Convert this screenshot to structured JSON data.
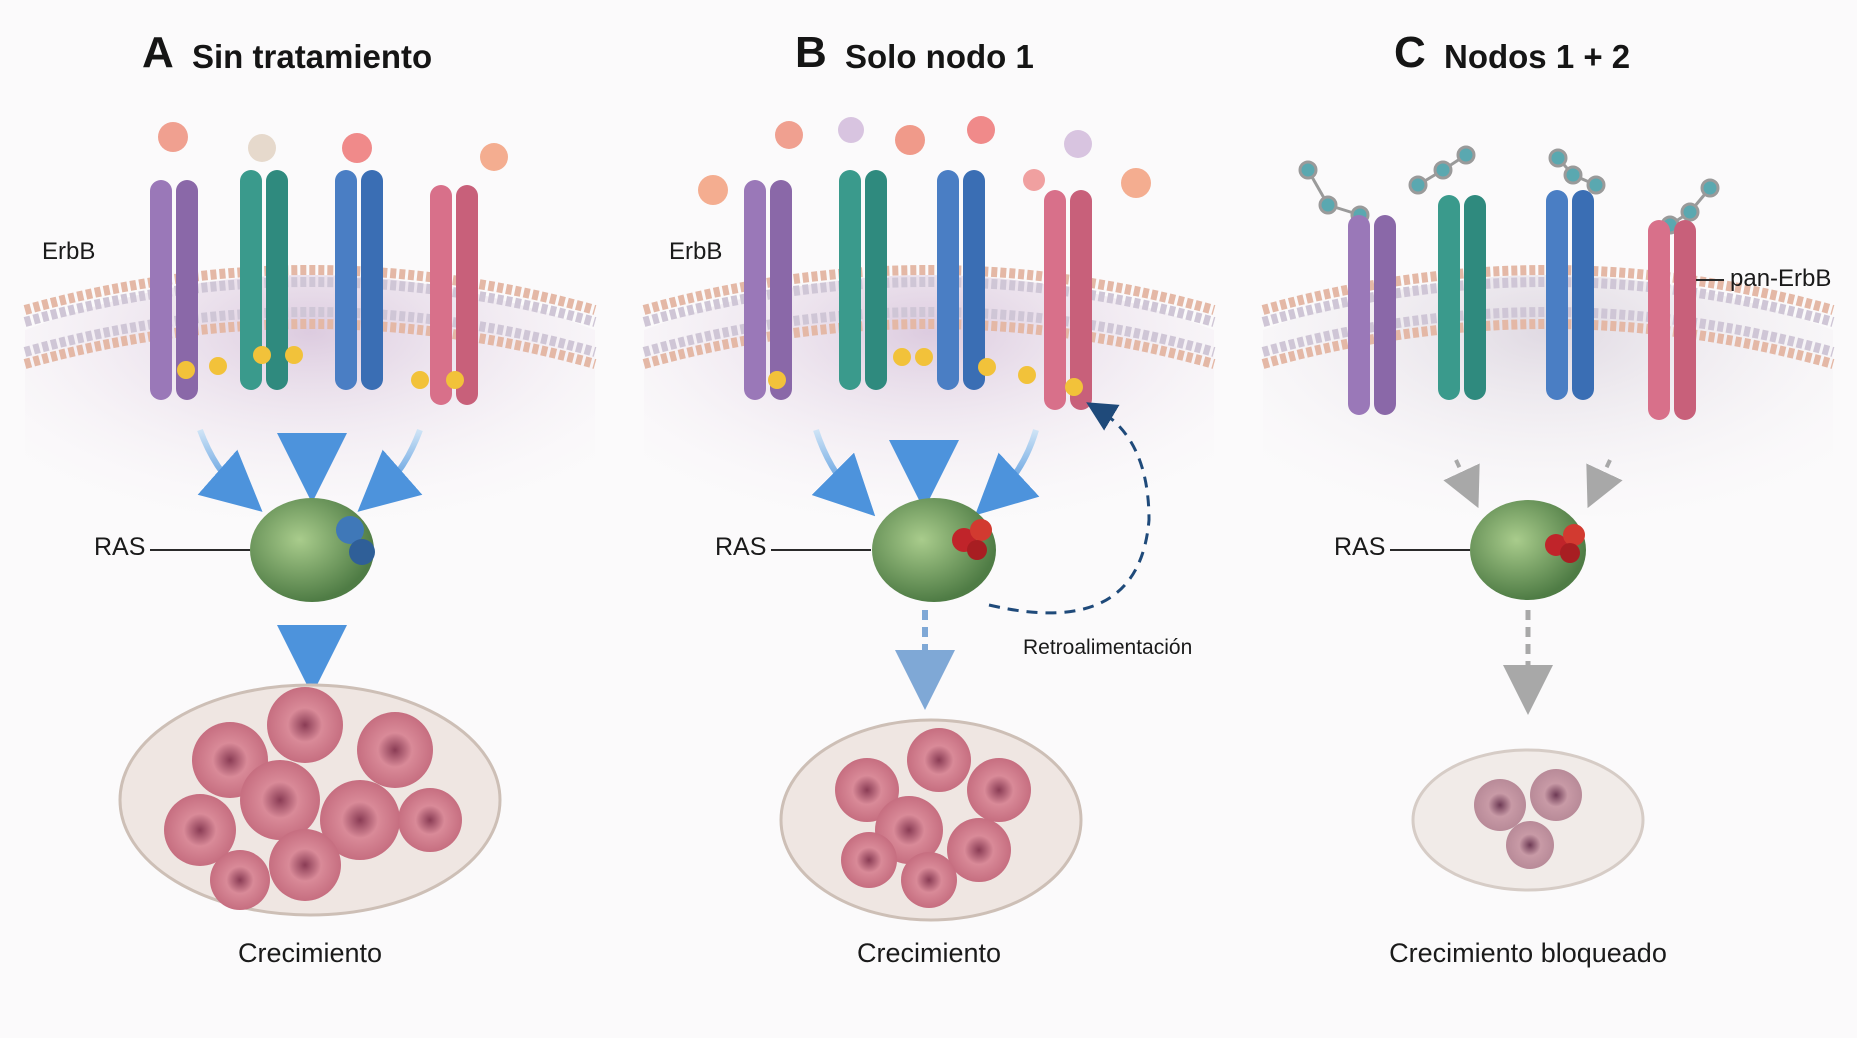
{
  "panels": [
    {
      "letter": "A",
      "title": "Sin tratamiento",
      "receptor_label": "ErbB",
      "ras_label": "RAS",
      "outcome": "Crecimiento"
    },
    {
      "letter": "B",
      "title": "Solo nodo 1",
      "receptor_label": "ErbB",
      "ras_label": "RAS",
      "outcome": "Crecimiento",
      "feedback_label": "Retroalimentación"
    },
    {
      "letter": "C",
      "title": "Nodos 1 + 2",
      "inhibitor_label": "pan-ErbB",
      "ras_label": "RAS",
      "outcome": "Crecimiento bloqueado"
    }
  ],
  "colors": {
    "receptor_purple": "#9a78b8",
    "receptor_teal": "#3a9a8c",
    "receptor_blue": "#4a7ec4",
    "receptor_pink": "#d8708a",
    "ras_green": "#6a9a5c",
    "active_arrow": "#5aa0e0",
    "blocked_arrow": "#a8a8a8",
    "feedback_arrow": "#1f4a7a",
    "phospho": "#f2c23a",
    "tumor": "#c86a7c"
  }
}
